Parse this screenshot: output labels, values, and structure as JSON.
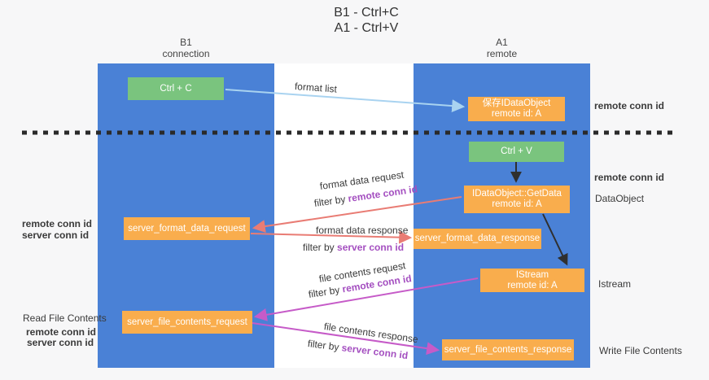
{
  "title": {
    "line1": "B1 - Ctrl+C",
    "line2": "A1 - Ctrl+V"
  },
  "columns": {
    "left": {
      "name": "B1",
      "role": "connection"
    },
    "right": {
      "name": "A1",
      "role": "remote"
    }
  },
  "nodes": {
    "ctrl_c": {
      "label": "Ctrl + C"
    },
    "save_dataobject": {
      "line1": "保存IDataObject",
      "line2": "remote id: A"
    },
    "ctrl_v": {
      "label": "Ctrl + V"
    },
    "getdata": {
      "line1": "IDataObject::GetData",
      "line2": "remote id: A"
    },
    "format_request": {
      "label": "server_format_data_request"
    },
    "format_response": {
      "label": "server_format_data_response"
    },
    "istream": {
      "line1": "IStream",
      "line2": "remote id: A"
    },
    "file_request": {
      "label": "server_file_contents_request"
    },
    "file_response": {
      "label": "server_file_contents_response"
    }
  },
  "flow_labels": {
    "format_list": "format list",
    "format_data_request": "format data request",
    "format_data_response": "format data response",
    "file_contents_request": "file contents request",
    "file_contents_response": "file contents response",
    "filter_by": "filter by ",
    "remote_conn_id": "remote conn id",
    "server_conn_id": "server conn id"
  },
  "side_labels": {
    "remote_conn_id": "remote conn id",
    "server_conn_id": "server conn id",
    "dataobject": "DataObject",
    "istream": "Istream",
    "read_file_contents": "Read File Contents",
    "write_file_contents": "Write File Contents"
  },
  "colors": {
    "column_blue": "#4a81d6",
    "node_orange": "#f9ad4d",
    "node_green": "#7ac47e",
    "arrow_light_blue": "#a9d3f0",
    "arrow_salmon": "#e97c74",
    "arrow_magenta": "#c65bc8",
    "label_purple": "#a44fc0",
    "label_green": "#55b25c",
    "text_dark": "#3a3a3a",
    "background": "#f7f7f8"
  }
}
